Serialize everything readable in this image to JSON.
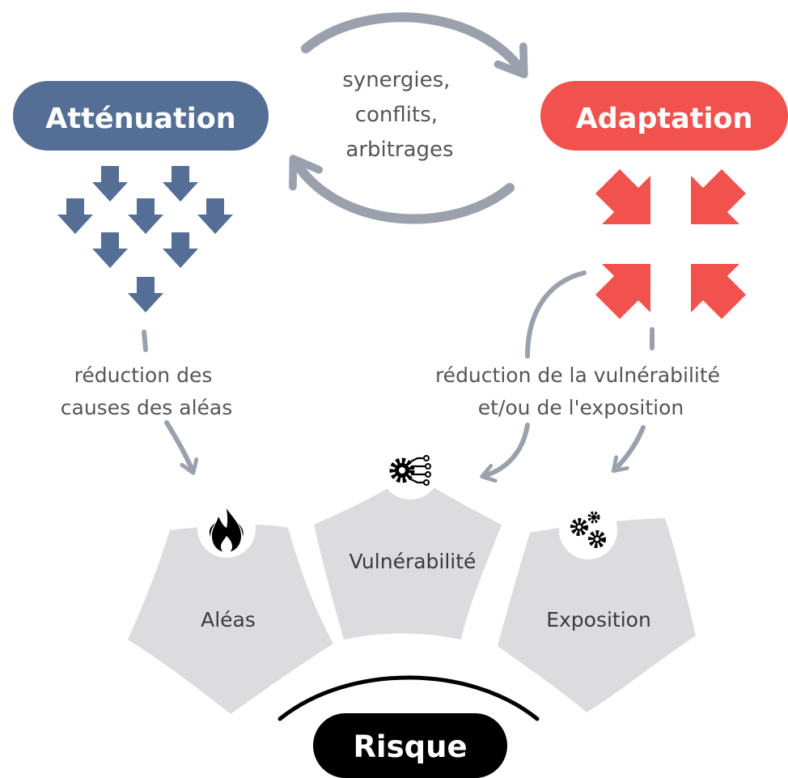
{
  "mitigation": {
    "label": "Atténuation",
    "color": "#546e96",
    "caption": [
      "réduction des",
      "causes des aléas"
    ]
  },
  "adaptation": {
    "label": "Adaptation",
    "color": "#f2524d",
    "caption": [
      "réduction de la vulnérabilité",
      "et/ou de l'exposition"
    ]
  },
  "interaction": {
    "lines": [
      "synergies,",
      "conflits,",
      "arbitrages"
    ]
  },
  "components": {
    "hazards": {
      "label": "Aléas",
      "icon": "fire-icon"
    },
    "vulnerability": {
      "label": "Vulnérabilité",
      "icon": "gear-circuit-icon"
    },
    "exposure": {
      "label": "Exposition",
      "icon": "gears-icon"
    }
  },
  "risk": {
    "label": "Risque"
  },
  "colors": {
    "arrow_gray": "#9aa1ad",
    "shape_gray": "#dcdcdf",
    "risk_black": "#000000"
  }
}
